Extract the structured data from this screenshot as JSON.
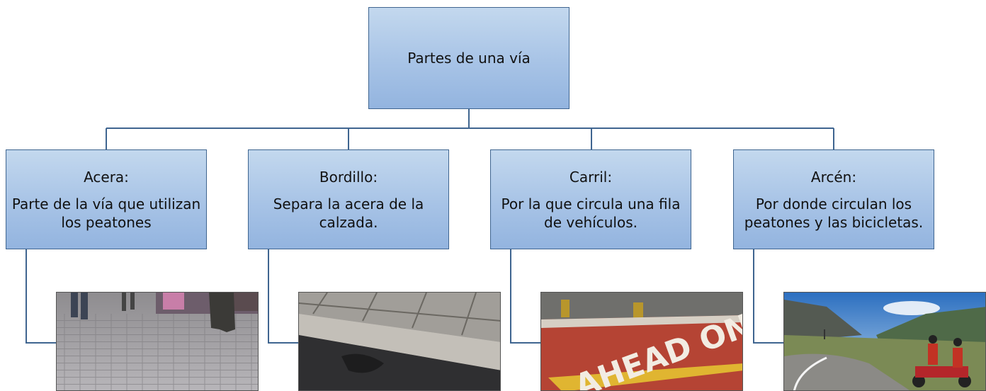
{
  "root": {
    "label": "Partes de una vía"
  },
  "nodes": [
    {
      "title": "Acera:",
      "description": "Parte de la vía que utilizan los peatones",
      "photo": "sidewalk-photo"
    },
    {
      "title": "Bordillo:",
      "description": "Separa la acera de la calzada.",
      "photo": "curb-photo"
    },
    {
      "title": "Carril:",
      "description": "Por la que circula una fila de vehículos.",
      "photo": "lane-photo"
    },
    {
      "title": "Arcén:",
      "description": "Por donde circulan los peatones y las bicicletas.",
      "photo": "shoulder-photo"
    }
  ],
  "photo_texts": {
    "lane_road_marking": "AHEAD ONLY"
  },
  "colors": {
    "box_border": "#3f6590",
    "box_fill_top": "#c3d8ee",
    "box_fill_bottom": "#93b4df",
    "connector": "#3f6590"
  }
}
